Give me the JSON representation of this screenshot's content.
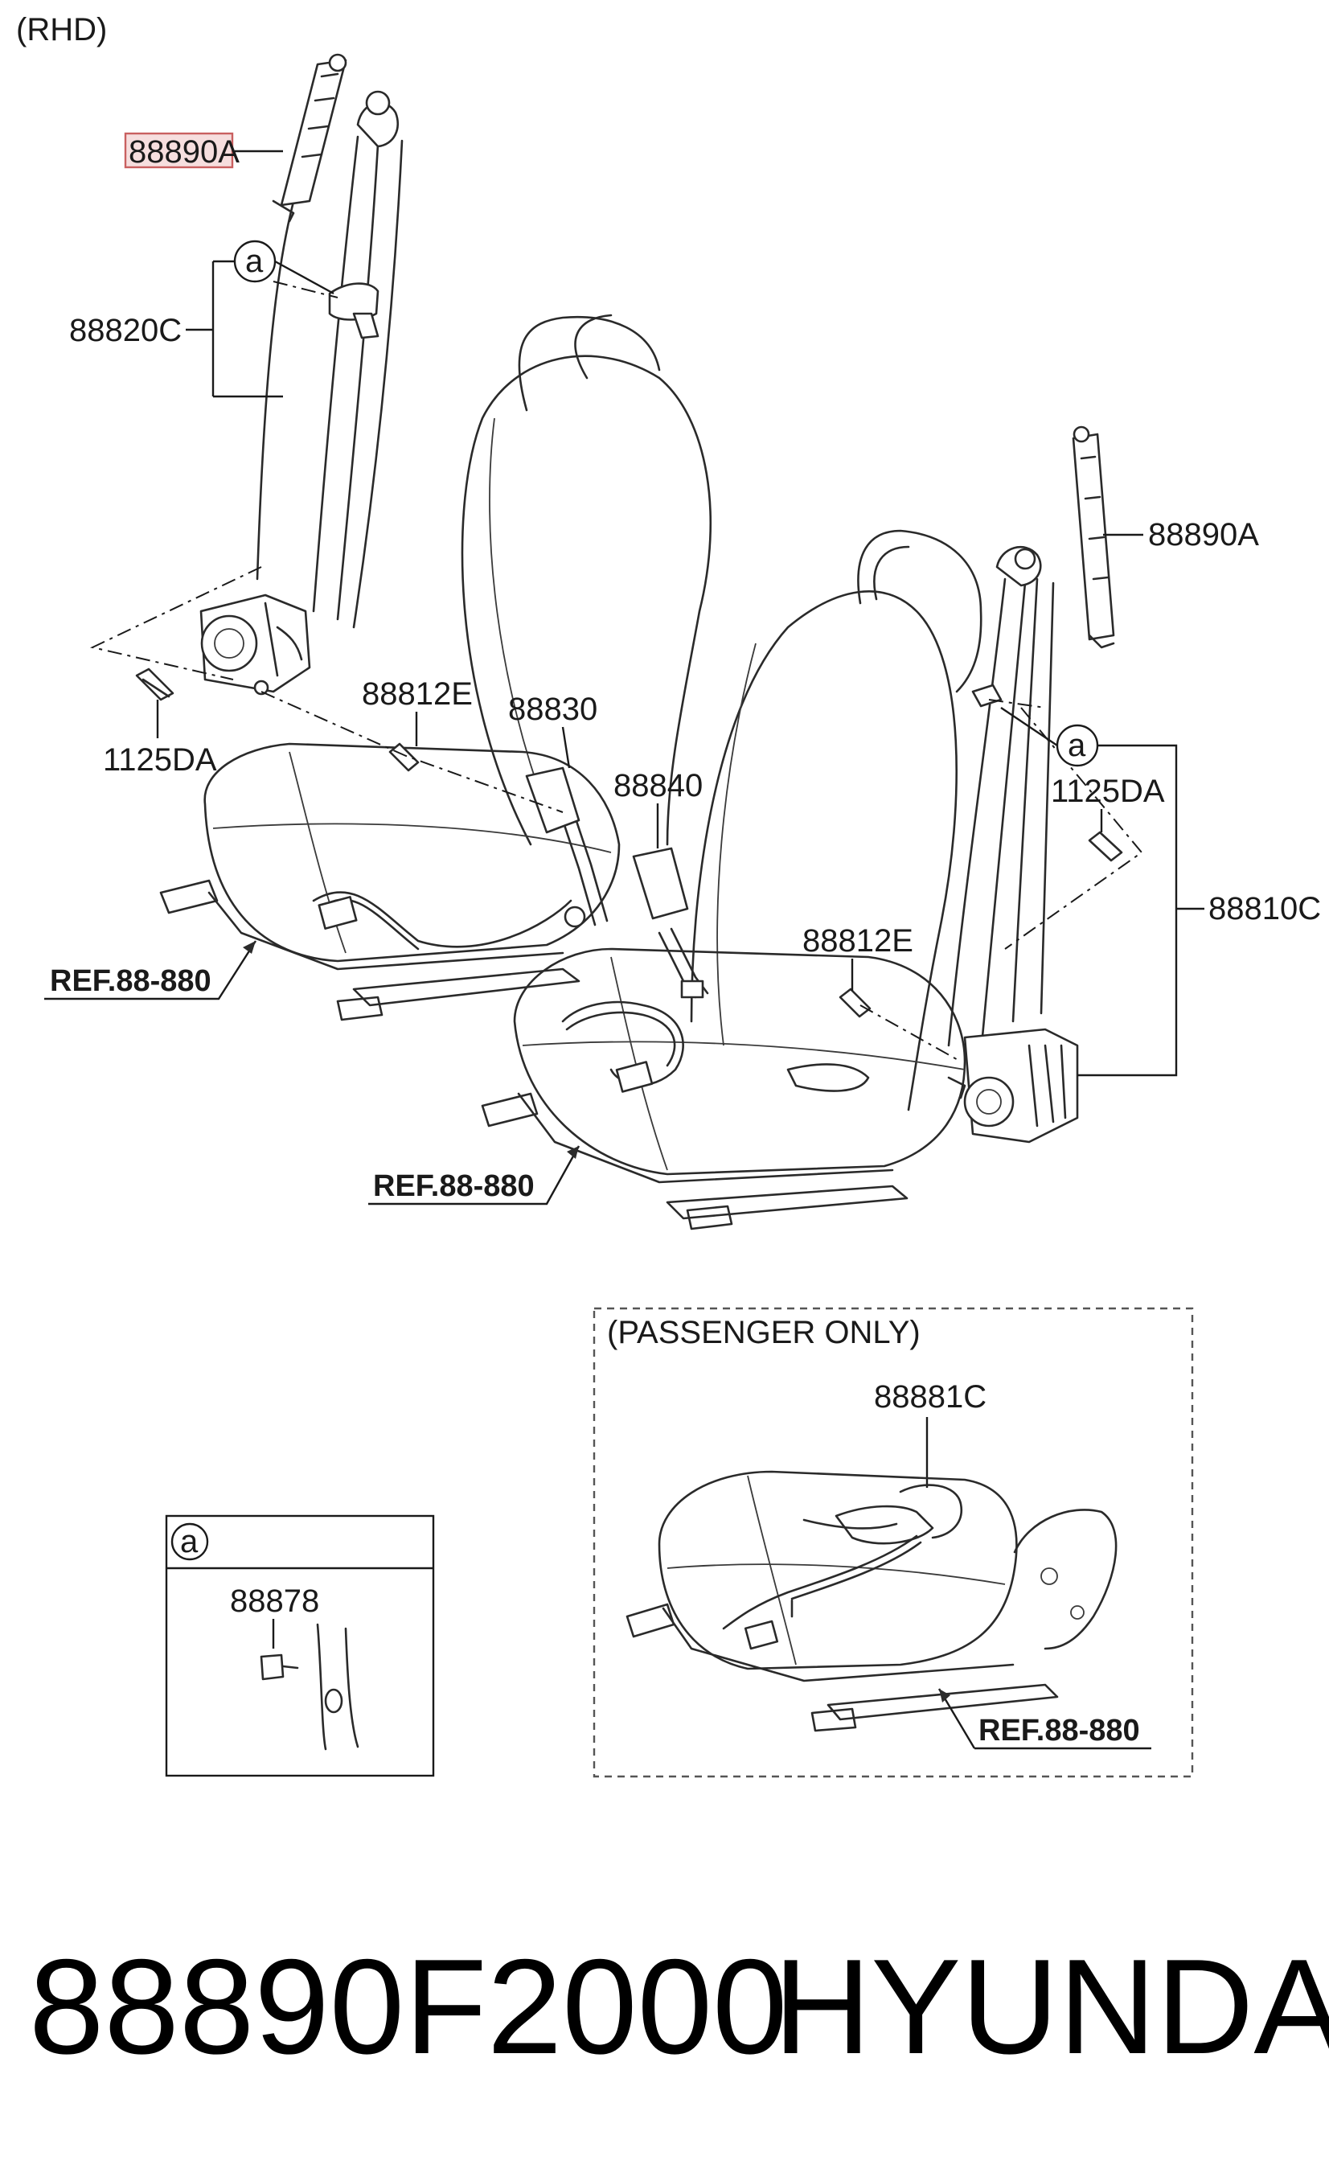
{
  "header": {
    "variant_label": "(RHD)"
  },
  "callouts": {
    "highlighted": "88890A",
    "belt_driver": "88820C",
    "bolt_driver": "1125DA",
    "bolt_seat_driver": "88812E",
    "buckle_driver": "88830",
    "buckle_passenger": "88840",
    "bracket_passenger": "88890A",
    "bolt_passenger": "1125DA",
    "belt_passenger": "88810C",
    "bolt_seat_passenger": "88812E",
    "ref_left": "REF.88-880",
    "ref_center": "REF.88-880",
    "ref_inset": "REF.88-880",
    "marker_a": "a",
    "sensor": "88881C",
    "detail_part": "88878"
  },
  "inset_passenger": {
    "title": "(PASSENGER ONLY)"
  },
  "detail_box": {
    "marker": "a"
  },
  "footer": {
    "part_number": "88890F2000",
    "brand": "HYUNDAI"
  },
  "colors": {
    "line": "#2a2a2a",
    "highlight_fill": "#f6dede",
    "highlight_border": "#c96060",
    "background": "#ffffff"
  }
}
